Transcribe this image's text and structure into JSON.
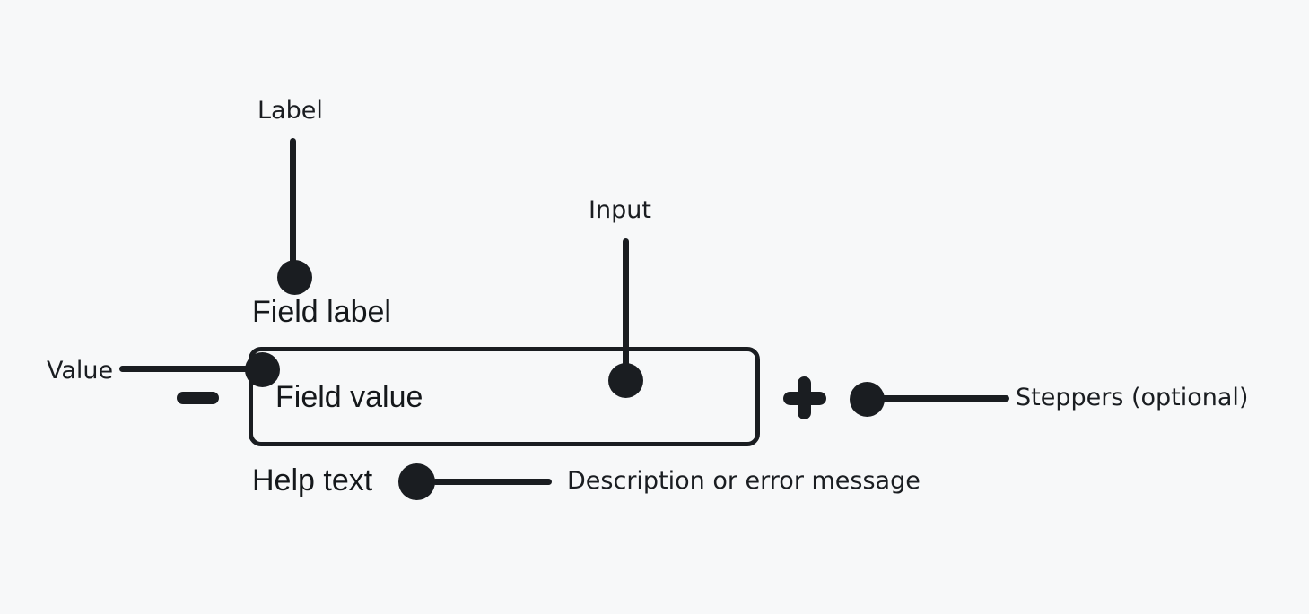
{
  "colors": {
    "background": "#f7f8f9",
    "ink": "#1a1d21"
  },
  "annotations": {
    "label": "Label",
    "input": "Input",
    "value": "Value",
    "steppers": "Steppers (optional)",
    "help": "Description or error message"
  },
  "component": {
    "field_label": "Field label",
    "field_value": "Field value",
    "help_text": "Help text"
  },
  "icons": {
    "minus": "minus-stepper-icon",
    "plus": "plus-stepper-icon"
  }
}
